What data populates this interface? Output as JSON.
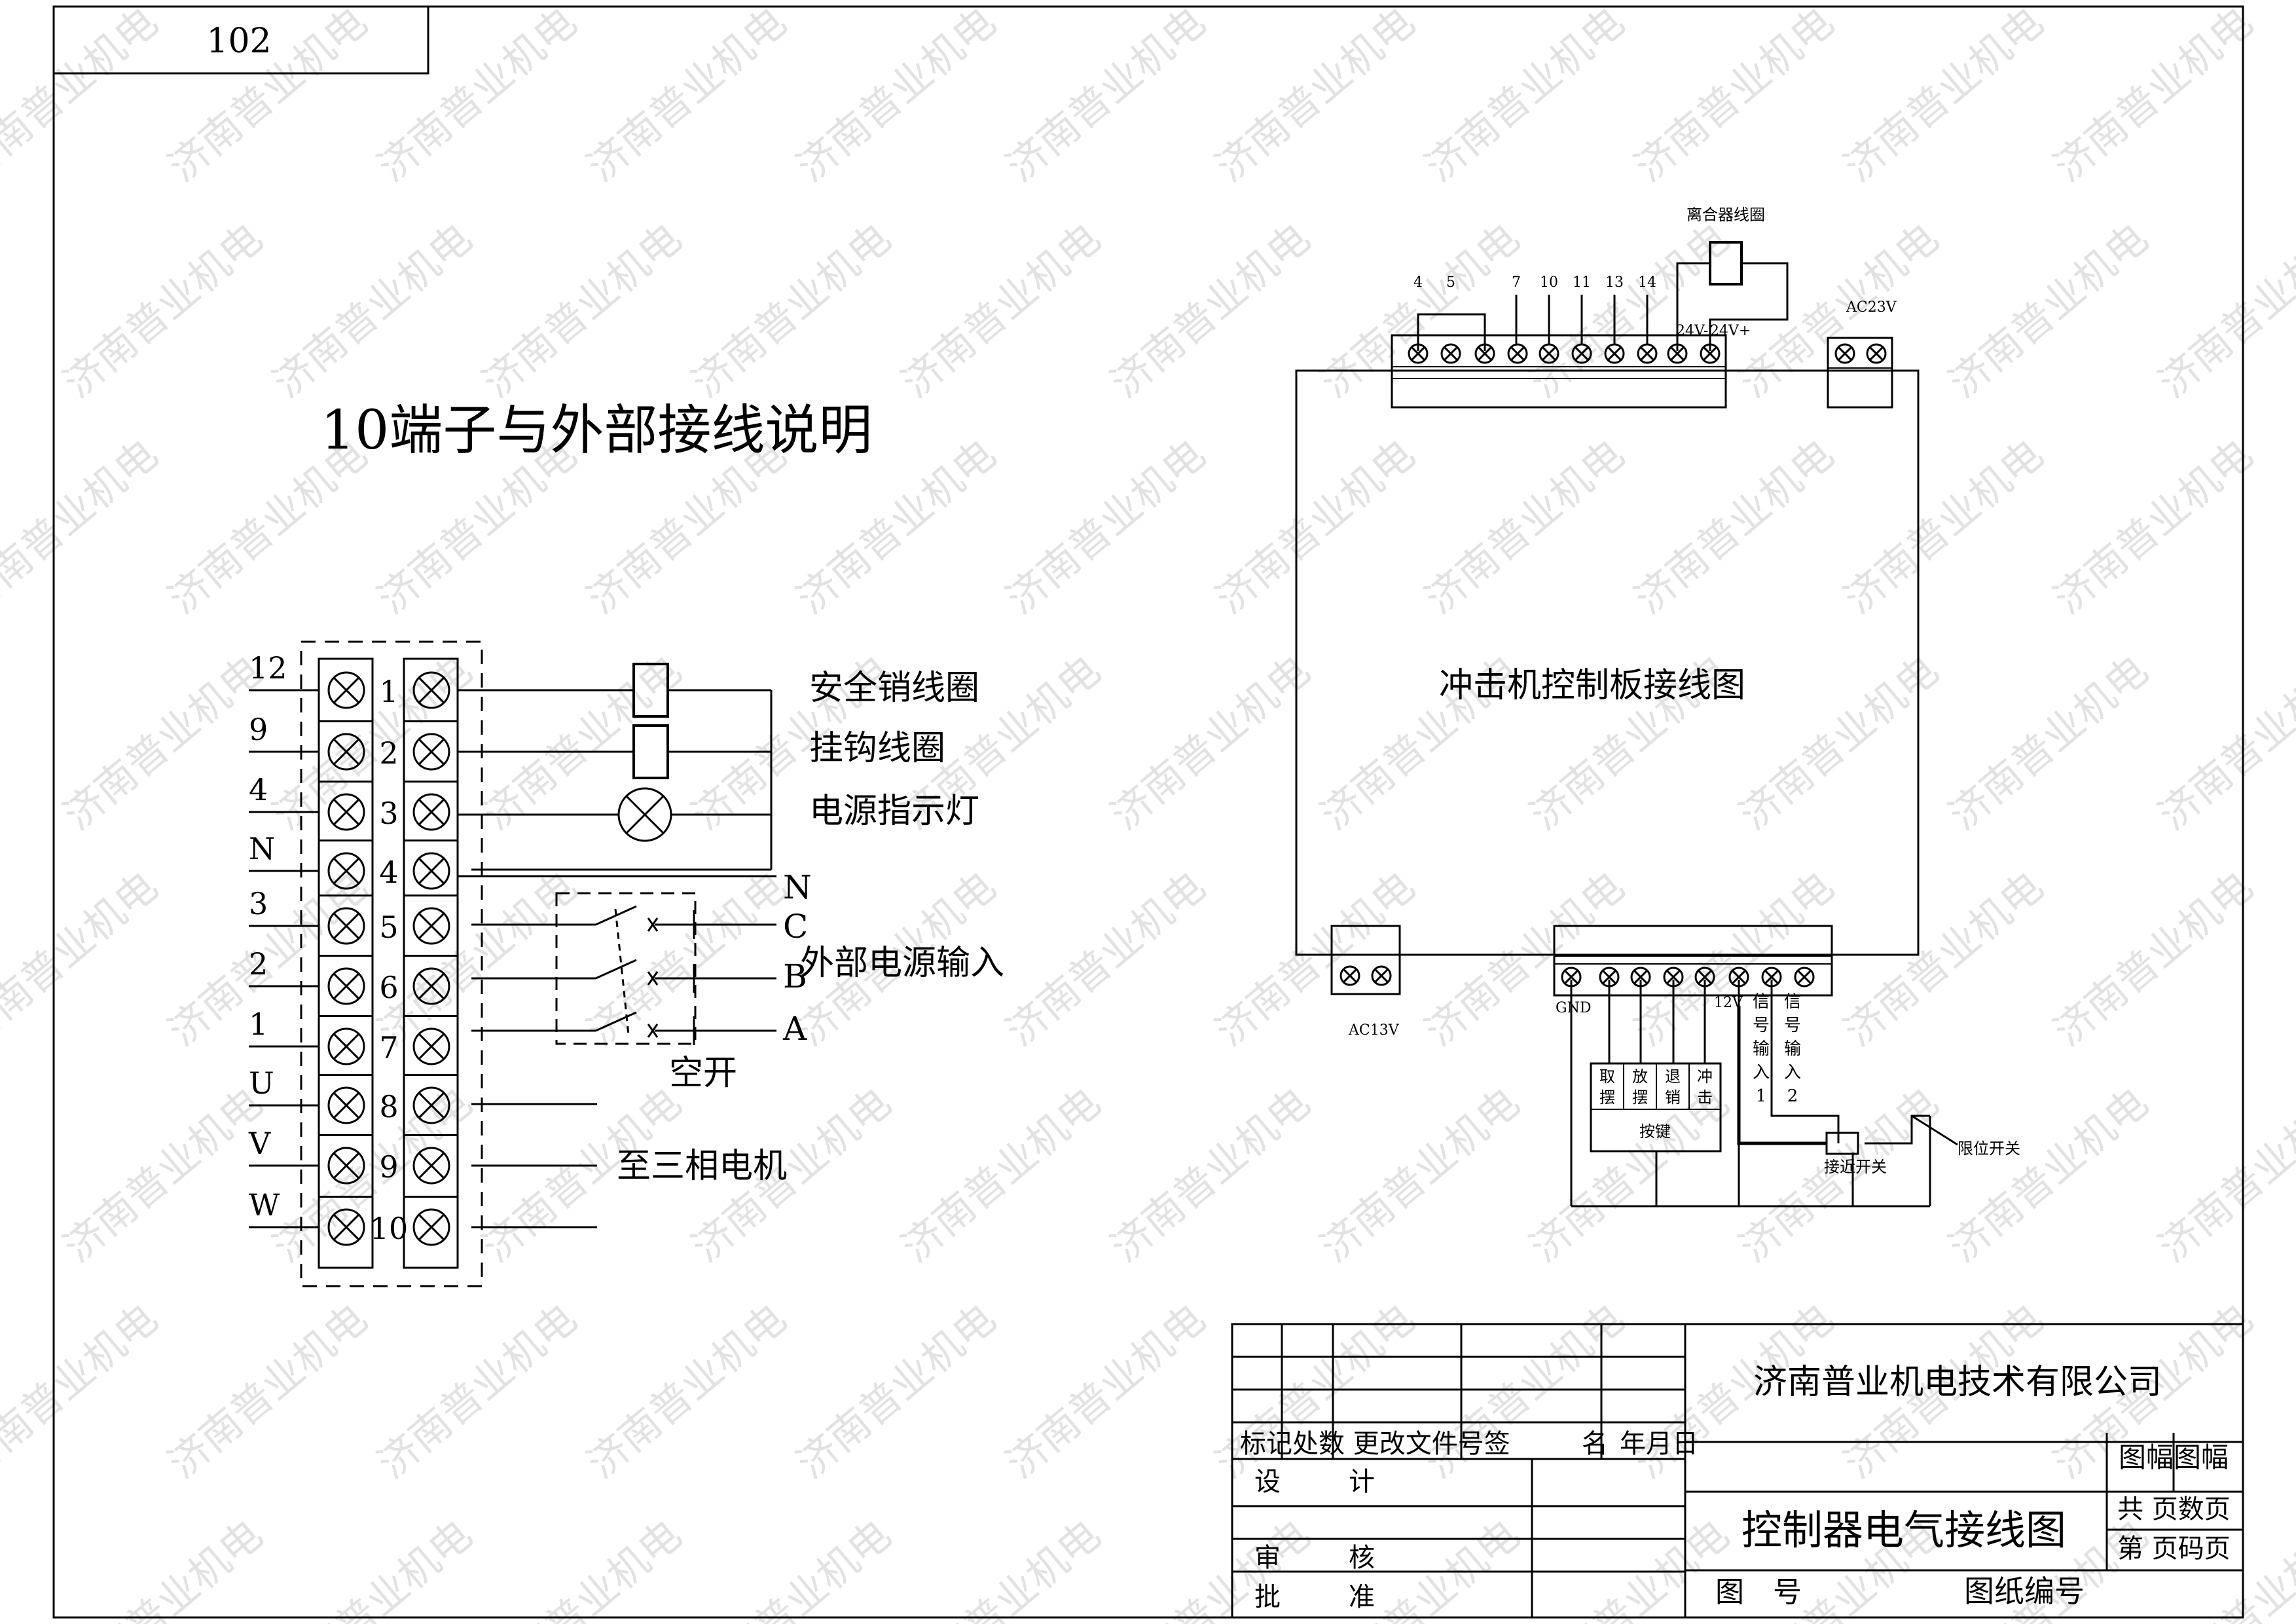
{
  "drawing_number_box": "102",
  "left_diagram": {
    "title": "10端子与外部接线说明",
    "outer_labels": [
      "12",
      "9",
      "4",
      "N",
      "3",
      "2",
      "1",
      "U",
      "V",
      "W"
    ],
    "terminal_numbers": [
      "1",
      "2",
      "3",
      "4",
      "5",
      "6",
      "7",
      "8",
      "9",
      "10"
    ],
    "loads": {
      "safety_pin_coil": "安全销线圈",
      "hook_coil": "挂钩线圈",
      "power_indicator": "电源指示灯"
    },
    "phase_labels": {
      "n": "N",
      "c": "C",
      "b": "B",
      "a": "A"
    },
    "external_power_input": "外部电源输入",
    "breaker": "空开",
    "to_motor": "至三相电机"
  },
  "right_diagram": {
    "board_title": "冲击机控制板接线图",
    "clutch_coil": "离合器线圈",
    "top_terminal_numbers": [
      "4",
      "5",
      "7",
      "10",
      "11",
      "13",
      "14"
    ],
    "label_24v_minus": "24V-",
    "label_24v_plus": "24V+",
    "ac23v": "AC23V",
    "ac13v": "AC13V",
    "gnd": "GND",
    "v12": "12V",
    "signal_input_1": [
      "信",
      "号",
      "输",
      "入",
      "1"
    ],
    "signal_input_2": [
      "信",
      "号",
      "输",
      "入",
      "2"
    ],
    "buttons": [
      [
        "取",
        "摆"
      ],
      [
        "放",
        "摆"
      ],
      [
        "退",
        "销"
      ],
      [
        "冲",
        "击"
      ]
    ],
    "button_group": "按键",
    "proximity_switch": "接近开关",
    "limit_switch": "限位开关"
  },
  "title_block": {
    "company": "济南普业机电技术有限公司",
    "drawing_title": "控制器电气接线图",
    "revision_header": "标记处数 更改文件号签",
    "sign_label": "名",
    "date_label": "年月日",
    "design": [
      "设",
      "计"
    ],
    "review": [
      "审",
      "核"
    ],
    "approve": [
      "批",
      "准"
    ],
    "drawing_no_label": "图　号",
    "drawing_no_value": "图纸编号",
    "sheet_size": "图幅图幅",
    "total_pages": "共 页数页",
    "page_no": "第 页码页"
  },
  "watermark": "济南普业机电"
}
